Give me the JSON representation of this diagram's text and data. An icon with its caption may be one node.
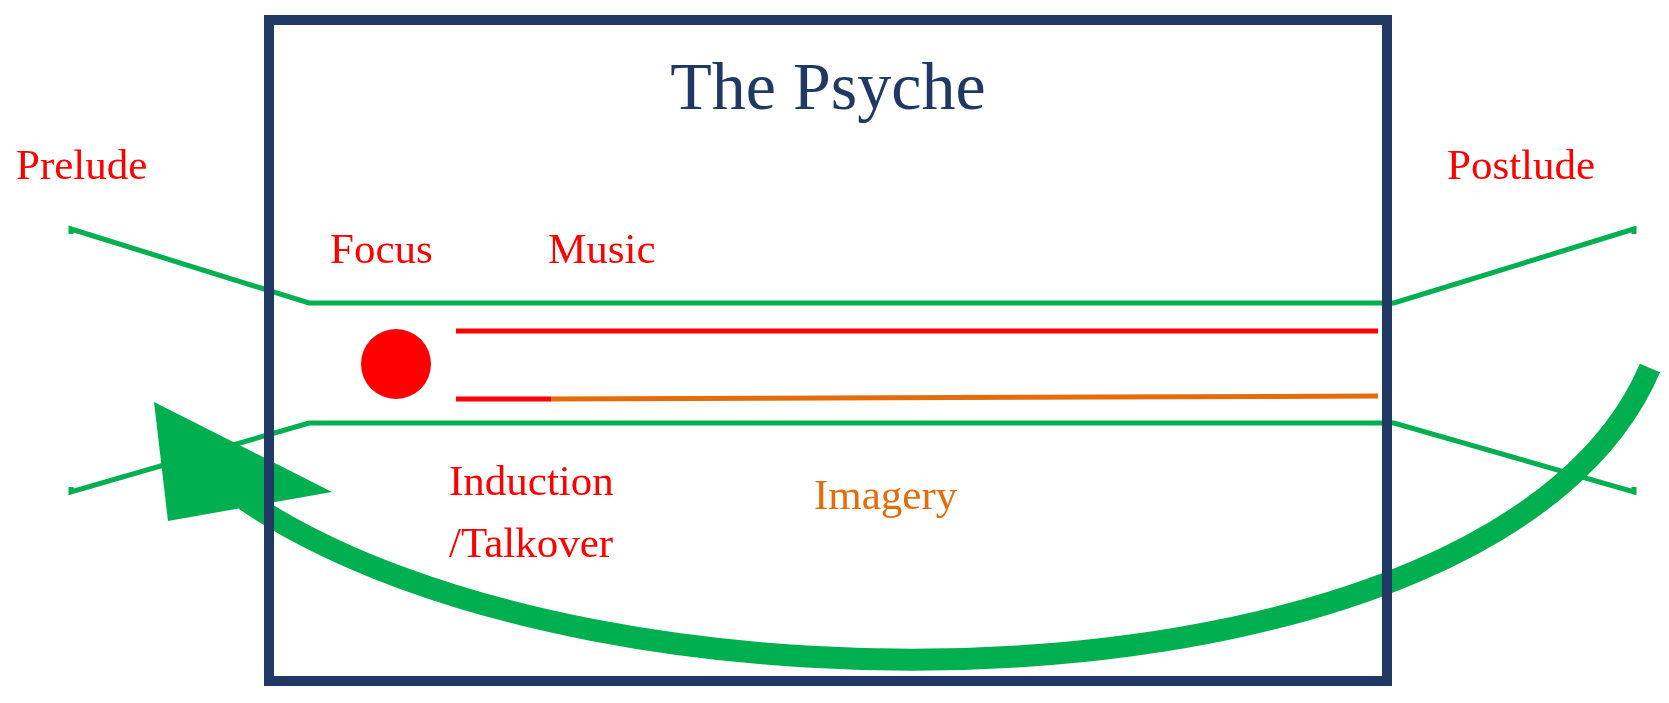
{
  "diagram": {
    "nodes": [
      {
        "text": [
          "The Psyche"
        ]
      }
    ],
    "labels": [
      "Prelude",
      "Postlude",
      "Focus",
      "Music",
      "Induction /Talkover",
      "Imagery"
    ]
  }
}
